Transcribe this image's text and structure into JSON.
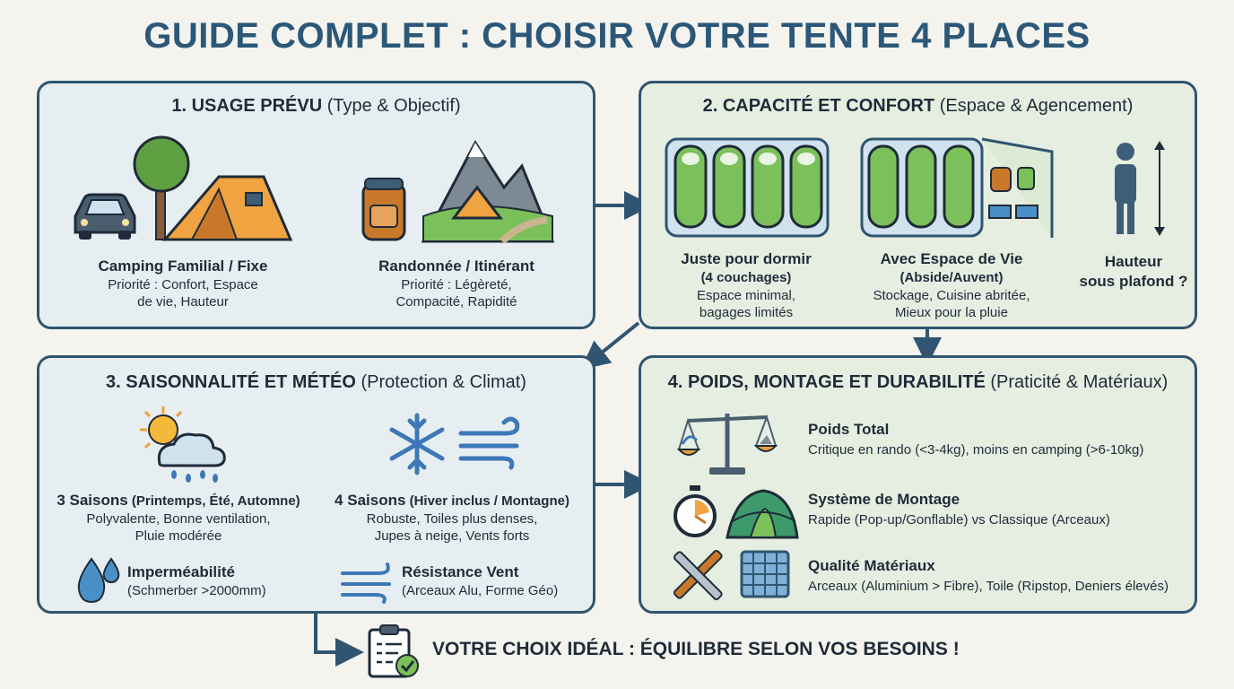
{
  "title": "GUIDE COMPLET : CHOISIR VOTRE TENTE 4 PLACES",
  "colors": {
    "title": "#2b5878",
    "border": "#2f5570",
    "panel_blue": "#e6eef2",
    "panel_green": "#e6eee1",
    "sleeping_bag": "#7bc05a",
    "tent": "#f0a340"
  },
  "panel1": {
    "heading_bold": "1. USAGE PRÉVU",
    "heading_rest": " (Type & Objectif)",
    "left": {
      "title": "Camping Familial / Fixe",
      "line1": "Priorité : Confort, Espace",
      "line2": "de vie, Hauteur",
      "icons": [
        "car-icon",
        "tree-icon",
        "family-tent-icon"
      ]
    },
    "right": {
      "title": "Randonnée / Itinérant",
      "line1": "Priorité : Légèreté,",
      "line2": "Compacité, Rapidité",
      "icons": [
        "backpack-icon",
        "mountain-tent-icon"
      ]
    }
  },
  "panel2": {
    "heading_bold": "2. CAPACITÉ ET CONFORT",
    "heading_rest": " (Espace & Agencement)",
    "a": {
      "title": "Juste pour dormir",
      "subtitle": "(4 couchages)",
      "line1": "Espace minimal,",
      "line2": "bagages limités"
    },
    "b": {
      "title": "Avec Espace de Vie",
      "subtitle": "(Abside/Auvent)",
      "line1": "Stockage, Cuisine abritée,",
      "line2": "Mieux pour la pluie"
    },
    "c": {
      "line1": "Hauteur",
      "line2": "sous plafond ?"
    }
  },
  "panel3": {
    "heading_bold": "3. SAISONNALITÉ ET MÉTÉO",
    "heading_rest": " (Protection & Climat)",
    "s3": {
      "title": "3 Saisons",
      "title_detail": " (Printemps, Été, Automne)",
      "line1": "Polyvalente, Bonne ventilation,",
      "line2": "Pluie modérée"
    },
    "s4": {
      "title": "4 Saisons",
      "title_detail": " (Hiver inclus / Montagne)",
      "line1": "Robuste, Toiles plus denses,",
      "line2": "Jupes à neige, Vents forts"
    },
    "imper": {
      "title": "Imperméabilité",
      "line1": "(Schmerber >2000mm)"
    },
    "vent": {
      "title": "Résistance Vent",
      "line1": "(Arceaux Alu, Forme Géo)"
    }
  },
  "panel4": {
    "heading_bold": "4. POIDS, MONTAGE ET DURABILITÉ",
    "heading_rest": " (Praticité & Matériaux)",
    "rows": [
      {
        "title": "Poids Total",
        "desc": "Critique en rando (<3-4kg), moins en camping (>6-10kg)",
        "icon": "scale-icon"
      },
      {
        "title": "Système de Montage",
        "desc": "Rapide (Pop-up/Gonflable) vs Classique (Arceaux)",
        "icon": "stopwatch-icon"
      },
      {
        "title": "Qualité Matériaux",
        "desc": "Arceaux (Aluminium > Fibre), Toile (Ripstop, Deniers élevés)",
        "icon": "poles-fabric-icon"
      }
    ]
  },
  "final": {
    "text": "VOTRE CHOIX IDÉAL : ÉQUILIBRE SELON VOS BESOINS !"
  }
}
